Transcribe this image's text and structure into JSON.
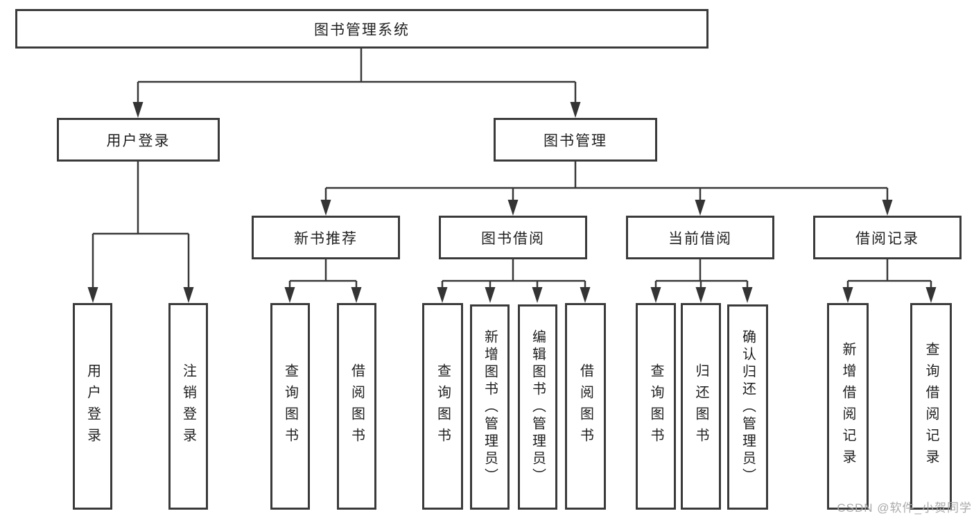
{
  "diagram": {
    "root": {
      "label": "图书管理系统"
    },
    "level2": {
      "user_login": {
        "label": "用户登录"
      },
      "book_management": {
        "label": "图书管理"
      }
    },
    "level3": {
      "new_book_recommend": {
        "label": "新书推荐"
      },
      "book_borrow": {
        "label": "图书借阅"
      },
      "current_borrow": {
        "label": "当前借阅"
      },
      "borrow_record": {
        "label": "借阅记录"
      }
    },
    "leaves": {
      "user_login_leaf": {
        "label": "用户登录"
      },
      "logout": {
        "label": "注销登录"
      },
      "query_book_recommend": {
        "label": "查询图书"
      },
      "borrow_book_recommend": {
        "label": "借阅图书"
      },
      "query_book_borrow": {
        "label": "查询图书"
      },
      "add_book_admin": {
        "label": "新增图书（管理员）"
      },
      "edit_book_admin": {
        "label": "编辑图书（管理员）"
      },
      "borrow_book_leaf": {
        "label": "借阅图书"
      },
      "query_book_current": {
        "label": "查询图书"
      },
      "return_book": {
        "label": "归还图书"
      },
      "confirm_return_admin": {
        "label": "确认归还（管理员）"
      },
      "add_borrow_record": {
        "label": "新增借阅记录"
      },
      "query_borrow_record": {
        "label": "查询借阅记录"
      }
    }
  },
  "watermark": {
    "text": "CSDN @软件_小贺同学"
  },
  "colors": {
    "background": "#ffffff",
    "line": "#383838",
    "box_border": "#3a3a3a",
    "text": "#1f1f1f",
    "watermark": "#a9a9a9"
  }
}
